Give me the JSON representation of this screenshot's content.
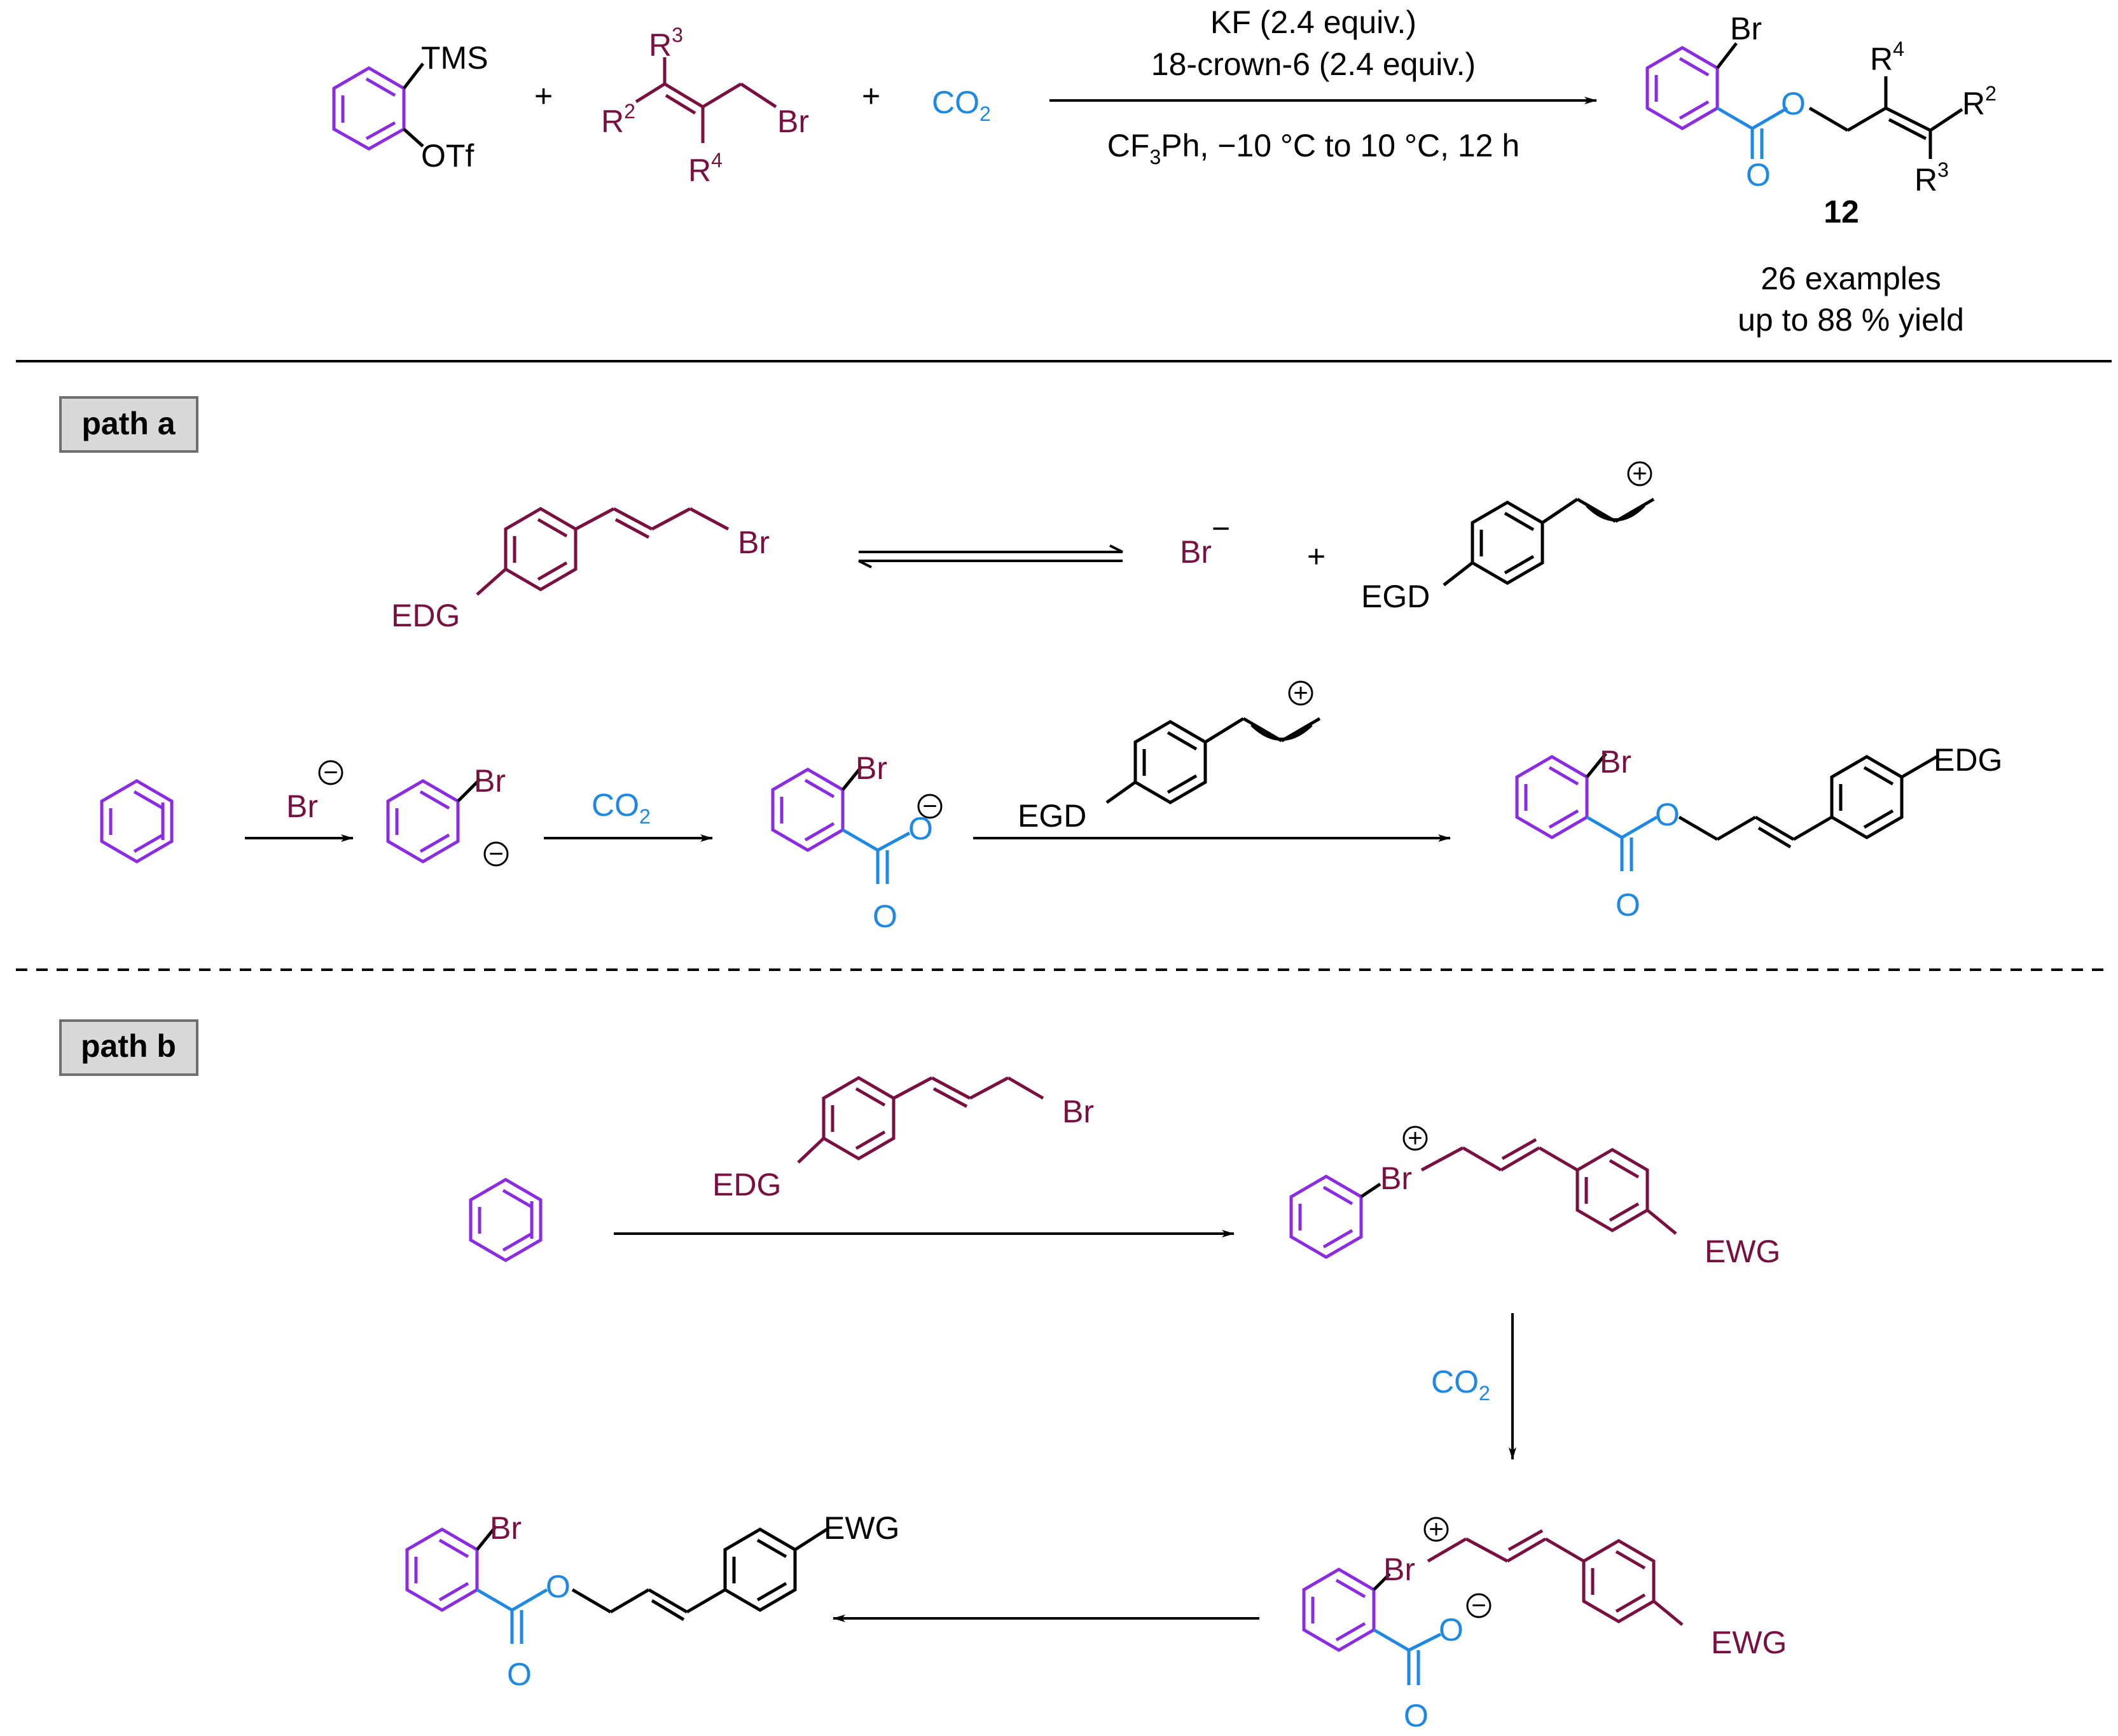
{
  "colors": {
    "arene": "#8b2be2",
    "allyl": "#7a1040",
    "co2": "#1e88e5",
    "black": "#000000",
    "tag_bg": "#d9d9d9"
  },
  "general": {
    "aryne_precursor": {
      "tms": "TMS",
      "otf": "OTf"
    },
    "plus": "+",
    "allyl_bromide": {
      "r2": "R",
      "r2_sup": "2",
      "r3": "R",
      "r3_sup": "3",
      "r4": "R",
      "r4_sup": "4",
      "br": "Br"
    },
    "co2": {
      "main": "CO",
      "sub": "2"
    },
    "conditions": {
      "line1": "KF (2.4 equiv.)",
      "line2": "18-crown-6 (2.4 equiv.)",
      "line3_a": "CF",
      "line3_sub": "3",
      "line3_b": "Ph, −10 °C to 10 °C, 12 h"
    },
    "product": {
      "br": "Br",
      "o_ester": "O",
      "o_carbonyl": "O",
      "r2": "R",
      "r2_sup": "2",
      "r3": "R",
      "r3_sup": "3",
      "r4": "R",
      "r4_sup": "4",
      "compound_number": "12"
    },
    "scope": {
      "line1": "26 examples",
      "line2": "up to 88 % yield"
    }
  },
  "path_a": {
    "tag": "path a",
    "reactant": {
      "edg": "EDG",
      "br": "Br"
    },
    "bromide_ion": {
      "br": "Br",
      "charge": "−"
    },
    "plus": "+",
    "cation": {
      "egd": "EGD",
      "charge": "+"
    },
    "step1_reagent": {
      "br": "Br",
      "charge": "−"
    },
    "aryl_anion": {
      "br": "Br",
      "charge": "−"
    },
    "step2_reagent": {
      "main": "CO",
      "sub": "2"
    },
    "carboxylate": {
      "br": "Br",
      "o_minus": "O",
      "o_carbonyl": "O",
      "charge": "−"
    },
    "step3_reagent": {
      "egd": "EGD",
      "charge": "+"
    },
    "product": {
      "br": "Br",
      "o_ester": "O",
      "o_carbonyl": "O",
      "edg": "EDG"
    }
  },
  "path_b": {
    "tag": "path b",
    "reagent": {
      "edg": "EDG",
      "br": "Br"
    },
    "bromonium": {
      "br": "Br",
      "charge": "+",
      "ewg": "EWG"
    },
    "step_reagent": {
      "main": "CO",
      "sub": "2"
    },
    "zwitterion": {
      "br": "Br",
      "charge_plus": "+",
      "o_minus": "O",
      "o_carbonyl": "O",
      "charge_minus": "−",
      "ewg": "EWG"
    },
    "product": {
      "br": "Br",
      "o_ester": "O",
      "o_carbonyl": "O",
      "ewg": "EWG"
    }
  }
}
